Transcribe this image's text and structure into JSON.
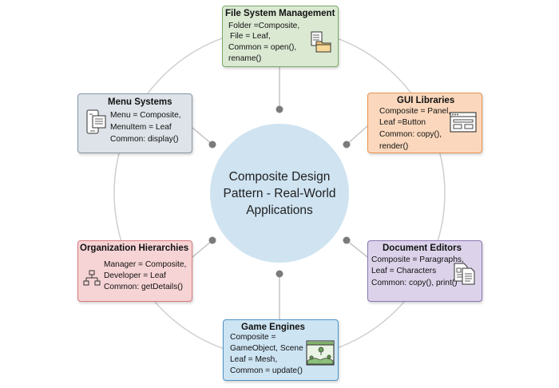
{
  "center": {
    "title": "Composite Design Pattern - Real-World Applications"
  },
  "cards": {
    "file_system": {
      "title": "File System Management",
      "lines": [
        "Folder =Composite,",
        "File = Leaf,",
        "Common = open(),",
        "rename()"
      ],
      "icon": "folder-files-icon"
    },
    "gui": {
      "title": "GUI Libraries",
      "lines": [
        "Composite = Panel,",
        "Leaf =Button",
        "Common: copy(),",
        "render()"
      ],
      "icon": "window-panel-icon"
    },
    "document": {
      "title": "Document Editors",
      "lines": [
        "Composite = Paragraphs,",
        "Leaf = Characters",
        "Common: copy(), print()"
      ],
      "icon": "documents-icon"
    },
    "game": {
      "title": "Game Engines",
      "lines": [
        "Composite =",
        "GameObject, Scene",
        "Leaf = Mesh,",
        "Common = update()"
      ],
      "icon": "game-scene-icon"
    },
    "org": {
      "title": "Organization Hierarchies",
      "lines": [
        "Manager = Composite,",
        "Developer = Leaf",
        "Common: getDetails()"
      ],
      "icon": "org-chart-icon"
    },
    "menu": {
      "title": "Menu Systems",
      "lines": [
        "Menu = Composite,",
        "MenuItem = Leaf",
        "Common: display()"
      ],
      "icon": "mobile-menu-icon"
    }
  },
  "colors": {
    "ring": "#c9c9c9",
    "connector": "#bdbdbd",
    "dot": "#7a7a7a",
    "center_fill": "#cfe3f1"
  }
}
